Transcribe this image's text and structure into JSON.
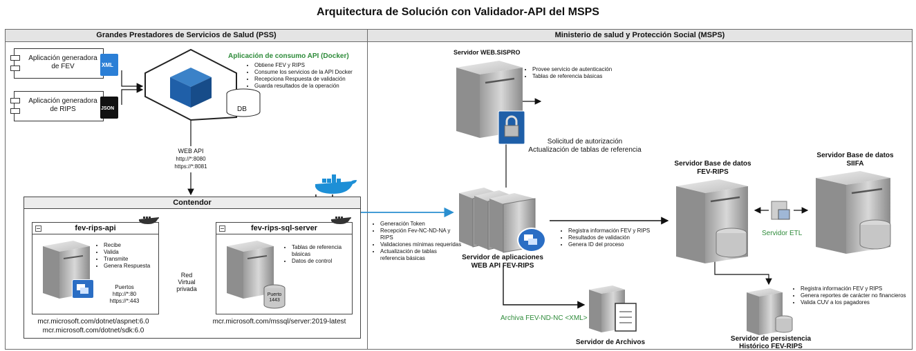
{
  "title": "Arquitectura de Solución con Validador-API  del MSPS",
  "pss": {
    "header": "Grandes Prestadores de Servicios de Salud (PSS)",
    "app_fev": "Aplicación generadora de FEV",
    "app_rips": "Aplicación generadora de RIPS",
    "xml_badge": "XML",
    "json_badge": "JSON",
    "docker_app_title": "Aplicación de consumo API (Docker)",
    "docker_app_bullets": [
      "Obtiene FEV y RIPS",
      "Consume los servicios de la API Docker",
      "Recepciona Respuesta de validación",
      "Guarda resultados de la operación"
    ],
    "db_label": "DB",
    "webapi": [
      "WEB API",
      "http://*:8080",
      "https://*:8081"
    ],
    "contenedor": "Contendor",
    "docker_word": "docker",
    "api": {
      "name": "fev-rips-api",
      "bullets": [
        "Recibe",
        "Valida",
        "Transmite",
        "Genera Respuesta"
      ],
      "ports_title": "Puertos",
      "ports": [
        "http://*:80",
        "https://*:443"
      ],
      "images": [
        "mcr.microsoft.com/dotnet/aspnet:6.0",
        "mcr.microsoft.com/dotnet/sdk:6.0"
      ]
    },
    "red": [
      "Red Virtual",
      "privada"
    ],
    "sql": {
      "name": "fev-rips-sql-server",
      "bullets": [
        "Tablas de referencia básicas",
        "Datos de control"
      ],
      "port": [
        "Puerto",
        "1443"
      ],
      "image": "mcr.microsoft.com/mssql/server:2019-latest"
    }
  },
  "msps": {
    "header": "Ministerio de salud y Protección Social (MSPS)",
    "web_sispro": "Servidor WEB.SISPRO",
    "web_bullets": [
      "Provee servicio de autenticación",
      "Tablas de referencia básicas"
    ],
    "auth_note": [
      "Solicitud de autorización",
      "Actualización de tablas de referencia"
    ],
    "app_bullets": [
      "Generación Token",
      "Recepción Fev-NC-ND-NA y RIPS",
      "Validaciones mínimas requeridas",
      "Actualización de tablas referencia básicas"
    ],
    "app_server": [
      "Servidor de aplicaciones",
      "WEB API FEV-RIPS"
    ],
    "db_bullets": [
      "Registra información FEV y  RIPS",
      "Resultados de validación",
      "Genera ID del proceso"
    ],
    "db_fev": [
      "Servidor Base de datos",
      "FEV-RIPS"
    ],
    "db_siifa": [
      "Servidor Base de datos",
      "SIIFA"
    ],
    "etl": "Servidor ETL",
    "archiva": "Archiva FEV-ND-NC <XML>",
    "archivos": "Servidor de Archivos",
    "persist_bullets": [
      "Registra información FEV y  RIPS",
      "Genera reportes de carácter no financieros",
      "Valida CUV a los pagadores"
    ],
    "persist": [
      "Servidor de persistencia",
      "Histórico FEV-RIPS"
    ]
  },
  "colors": {
    "green": "#2e8b3a",
    "blue_arrow": "#2a8fd0",
    "cube": "#1f5fa8",
    "docker": "#1d8fd6",
    "header_bg": "#e4e4e4"
  }
}
